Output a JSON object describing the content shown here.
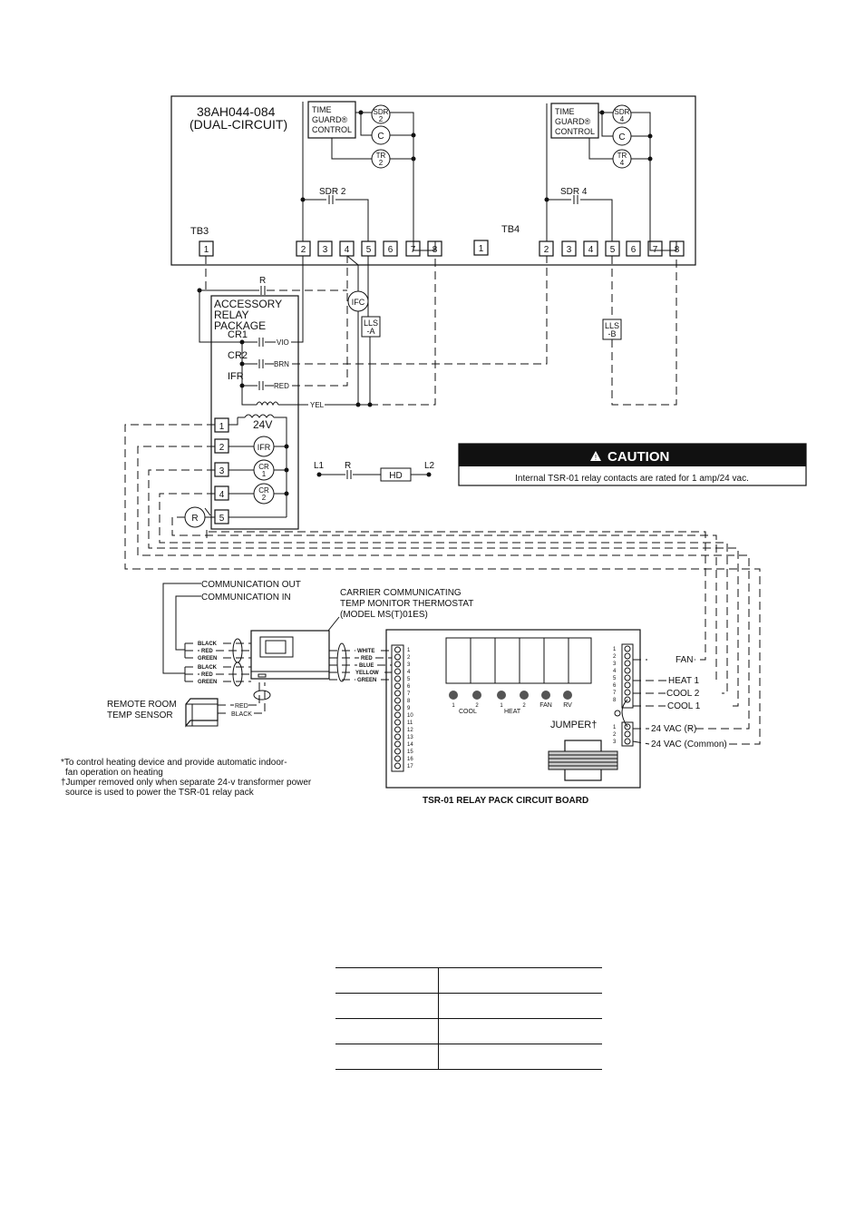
{
  "unit": {
    "model": "38AH044-084",
    "circuit": "(DUAL-CIRCUIT)"
  },
  "time_guard": {
    "line1": "TIME",
    "line2": "GUARD®",
    "line3": "CONTROL"
  },
  "relays": {
    "sdr2": "SDR",
    "sdr2_n": "2",
    "c": "C",
    "tr": "TR",
    "tr2_n": "2",
    "sdr4_n": "4",
    "tr4_n": "4"
  },
  "contacts": {
    "sdr2": "SDR 2",
    "sdr4": "SDR 4"
  },
  "tb3": {
    "label": "TB3",
    "terminals": [
      "1",
      "2",
      "3",
      "4",
      "5",
      "6",
      "7",
      "8"
    ]
  },
  "tb4": {
    "label": "TB4",
    "terminals": [
      "1",
      "2",
      "3",
      "4",
      "5",
      "6",
      "7",
      "8"
    ]
  },
  "accessory": {
    "line1": "ACCESSORY",
    "line2": "RELAY",
    "line3": "PACKAGE",
    "r": "R",
    "cr1": "CR1",
    "cr2": "CR2",
    "ifr": "IFR",
    "vio": "VIO",
    "brn": "BRN",
    "red": "RED",
    "yel": "YEL",
    "v24": "24V",
    "ifc": "IFC",
    "lls": "LLS",
    "lls_a": "-A",
    "lls_b": "-B",
    "ifr_coil": "IFR",
    "cr": "CR",
    "cr1_n": "1",
    "cr2_n": "2",
    "r_coil": "R",
    "terms": [
      "1",
      "2",
      "3",
      "4",
      "5"
    ]
  },
  "heater": {
    "l1": "L1",
    "r": "R",
    "hd": "HD",
    "l2": "L2"
  },
  "caution": {
    "title": "CAUTION",
    "text": "Internal TSR-01 relay contacts are rated for 1 amp/24 vac."
  },
  "comm": {
    "out": "COMMUNICATION OUT",
    "in": "COMMUNICATION IN"
  },
  "thermostat": {
    "line1": "CARRIER COMMUNICATING",
    "line2": "TEMP MONITOR THERMOSTAT",
    "line3": "(MODEL MS(T)01ES)"
  },
  "wires_left": [
    "BLACK",
    "RED",
    "GREEN",
    "BLACK",
    "RED",
    "GREEN"
  ],
  "wires_right": [
    "WHITE",
    "RED",
    "BLUE",
    "YELLOW",
    "GREEN"
  ],
  "sensor": {
    "line1": "REMOTE ROOM",
    "line2": "TEMP SENSOR",
    "red": "RED",
    "black": "BLACK"
  },
  "board": {
    "title": "TSR-01 RELAY PACK CIRCUIT BOARD",
    "jumper": "JUMPER†",
    "left_terms": [
      "1",
      "2",
      "3",
      "4",
      "5",
      "6",
      "7",
      "8",
      "9",
      "10",
      "11",
      "12",
      "13",
      "14",
      "15",
      "16",
      "17"
    ],
    "right_terms": [
      "1",
      "2",
      "3",
      "4",
      "5",
      "6",
      "7",
      "8"
    ],
    "pwr_terms": [
      "1",
      "2",
      "3"
    ],
    "leds": [
      "1",
      "2",
      "1",
      "2",
      "FAN",
      "RV"
    ],
    "cool": "COOL",
    "heat": "HEAT",
    "fan": "FAN",
    "heat1": "HEAT 1",
    "cool2": "COOL 2",
    "cool1": "COOL 1",
    "vac_r": "24 VAC (R)",
    "vac_c": "24 VAC (Common)"
  },
  "notes": {
    "n1a": "*To control heating device and provide automatic indoor-",
    "n1b": "fan operation on heating",
    "n2a": "†Jumper removed only when separate 24-v transformer power",
    "n2b": "source is used to power the TSR-01 relay pack"
  },
  "colors": {
    "ink": "#111111",
    "caution_bg": "#111111",
    "caution_fg": "#ffffff"
  }
}
